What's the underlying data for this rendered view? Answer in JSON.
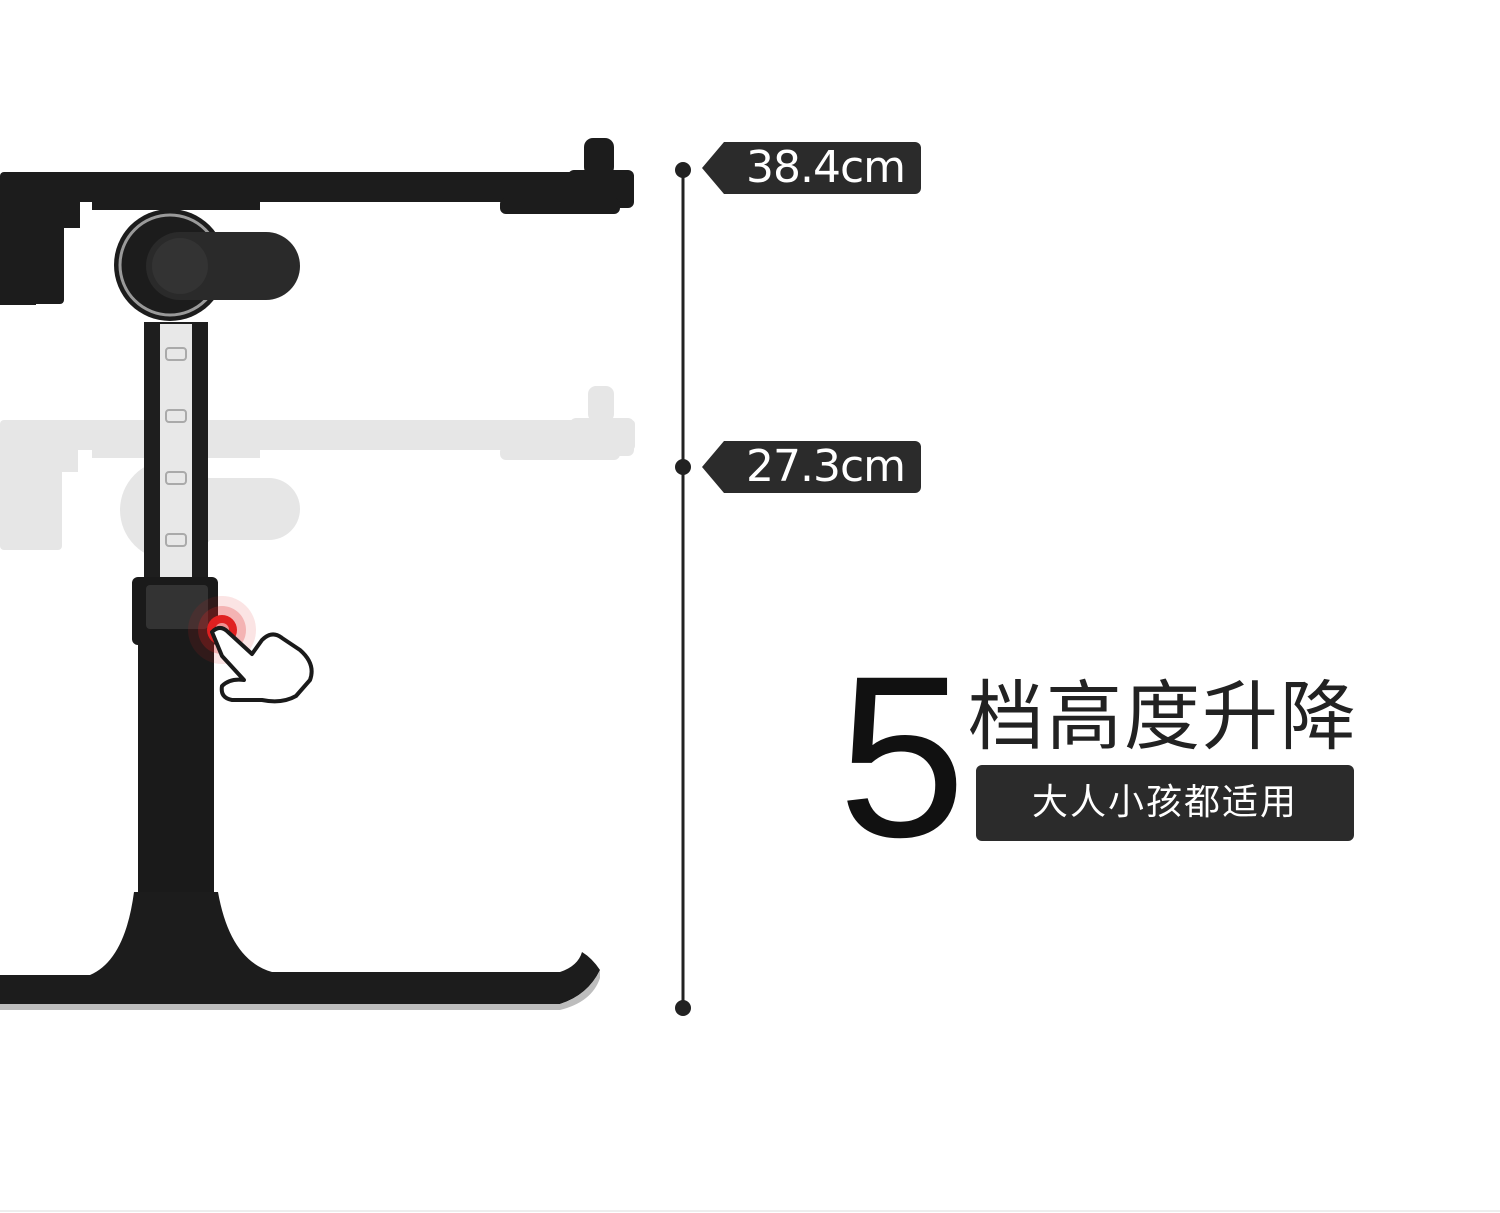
{
  "measurements": {
    "max_height": "38.4cm",
    "min_height": "27.3cm"
  },
  "headline": {
    "number": "5",
    "title": "档高度升降",
    "subtitle": "大人小孩都适用"
  },
  "colors": {
    "dark": "#2b2b2b",
    "accent_press": "#e02020",
    "ghost": "#e4e4e4"
  }
}
